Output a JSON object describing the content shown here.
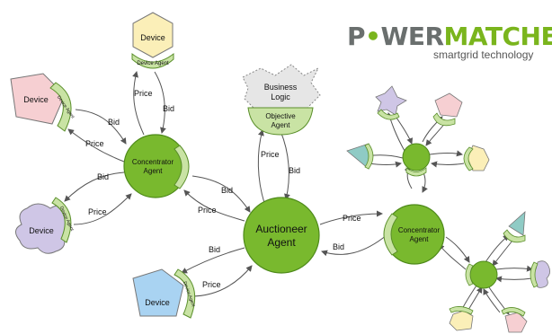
{
  "logo": {
    "part1": "P",
    "part2": "WER",
    "part3": "MATCHER",
    "tagline": "smartgrid technology",
    "colors": {
      "grey": "#6a6f6e",
      "green": "#7ab51d"
    }
  },
  "nodes": {
    "auctioneer": {
      "line1": "Auctioneer",
      "line2": "Agent"
    },
    "concentrator_left": {
      "line1": "Concentrator",
      "line2": "Agent"
    },
    "concentrator_right": {
      "line1": "Concentrator",
      "line2": "Agent"
    },
    "objective_agent": {
      "line1": "Objective",
      "line2": "Agent"
    },
    "business_logic": {
      "line1": "Business",
      "line2": "Logic"
    },
    "device_top": "Device",
    "device_agent_top": "Device Agent",
    "device_left_top": "Device",
    "device_agent_left_top": "Device Agent",
    "device_left_bottom": "Device",
    "device_agent_left_bottom": "Device Agent",
    "device_bottom": "Device",
    "device_agent_bottom": "Device Agent"
  },
  "edges": {
    "bid": "Bid",
    "price": "Price"
  },
  "colors": {
    "agent_green": "#79b92e",
    "agent_green_dark": "#4e8a1a",
    "device_agent_fill": "#c9e3a4",
    "device_yellow": "#fbefb8",
    "device_pink": "#f6cfd2",
    "device_lavender": "#cfc6e6",
    "device_blue": "#a9d3f2",
    "device_teal": "#8fcbc5",
    "business_logic_fill": "#e6e6e6"
  }
}
